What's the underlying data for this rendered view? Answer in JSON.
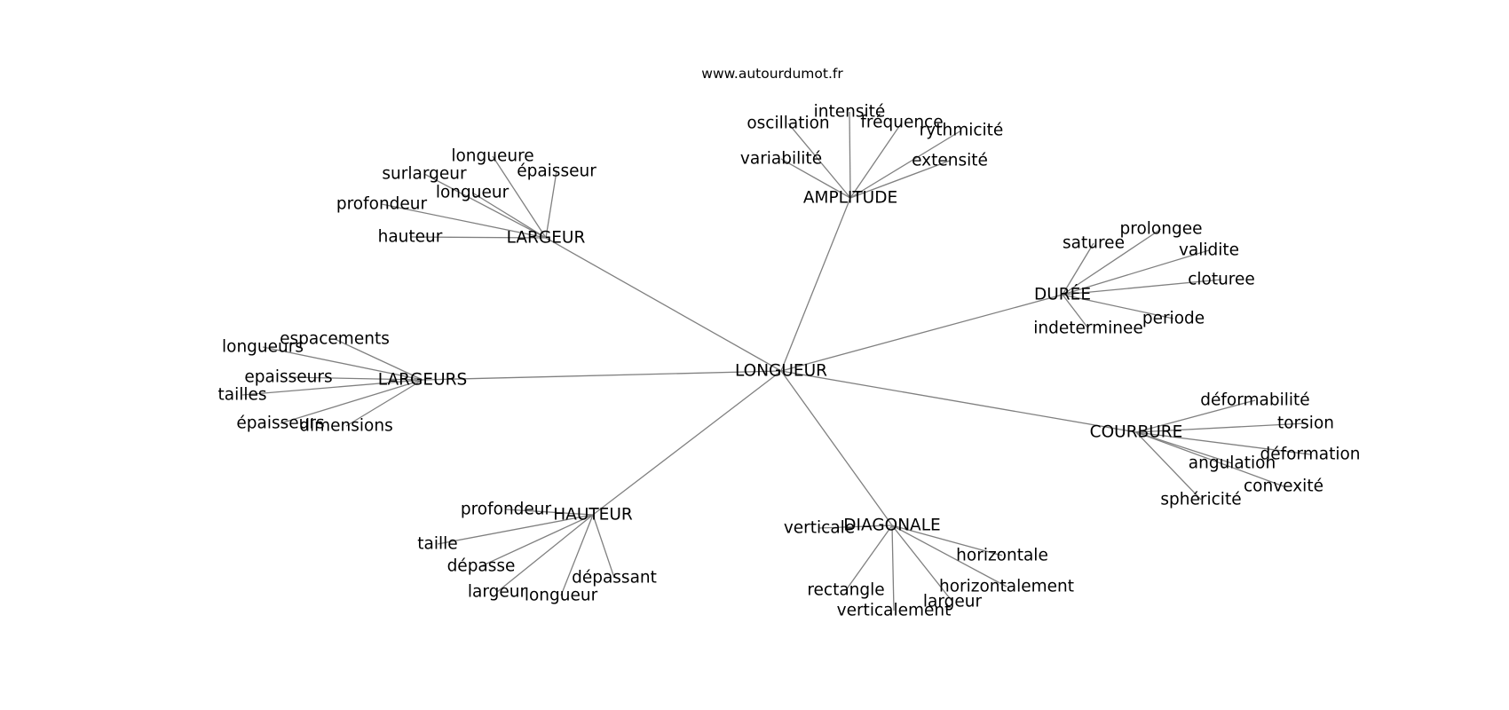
{
  "watermark": "www.autourdumot.fr",
  "graph": {
    "root": "LONGUEUR",
    "clusters": [
      {
        "name": "LARGEUR",
        "children": [
          "longueure",
          "surlargeur",
          "épaisseur",
          "longueur",
          "profondeur",
          "hauteur"
        ]
      },
      {
        "name": "AMPLITUDE",
        "children": [
          "intensité",
          "oscillation",
          "fréquence",
          "rythmicité",
          "variabilité",
          "extensité"
        ]
      },
      {
        "name": "DURÉE",
        "children": [
          "prolongee",
          "saturee",
          "validite",
          "cloturee",
          "periode",
          "indeterminee"
        ]
      },
      {
        "name": "LARGEURS",
        "children": [
          "espacements",
          "longueurs",
          "epaisseurs",
          "tailles",
          "épaisseurs",
          "dimensions"
        ]
      },
      {
        "name": "COURBURE",
        "children": [
          "déformabilité",
          "torsion",
          "déformation",
          "angulation",
          "convexité",
          "sphéricité"
        ]
      },
      {
        "name": "HAUTEUR",
        "children": [
          "profondeur",
          "taille",
          "dépasse",
          "dépassant",
          "largeur",
          "longueur"
        ]
      },
      {
        "name": "DIAGONALE",
        "children": [
          "verticale",
          "horizontale",
          "horizontalement",
          "rectangle",
          "largeur",
          "verticalement"
        ]
      }
    ]
  }
}
